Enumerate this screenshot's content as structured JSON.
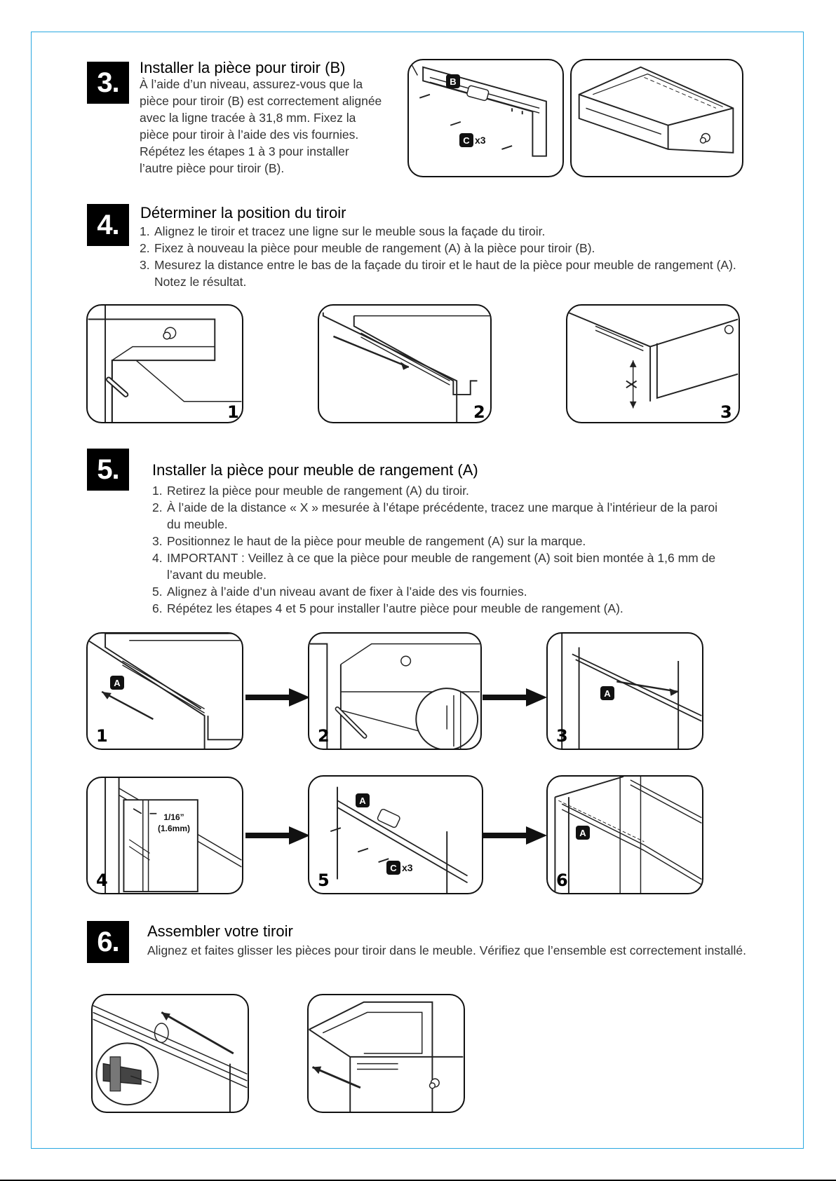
{
  "steps": {
    "step3": {
      "number": "3.",
      "title": "Installer la pièce pour tiroir (B)",
      "lines": [
        "À l’aide d’un niveau, assurez-vous que la",
        "pièce pour tiroir (B) est correctement alignée",
        "avec la ligne tracée à 31,8 mm. Fixez la",
        "pièce pour tiroir à l’aide des vis fournies.",
        "Répétez les étapes 1 à 3 pour installer",
        "l’autre pièce pour tiroir (B)."
      ],
      "tag_b": "B",
      "tag_c": "C",
      "qty": "x3"
    },
    "step4": {
      "number": "4.",
      "title": "Déterminer la position du tiroir",
      "items": [
        {
          "num": "1.",
          "text": "Alignez le tiroir et tracez une ligne sur le meuble sous la façade du tiroir."
        },
        {
          "num": "2.",
          "text": "Fixez à nouveau la pièce pour meuble de rangement (A) à la pièce pour tiroir (B)."
        },
        {
          "num": "3.",
          "text": "Mesurez la distance entre le bas de la façade du tiroir et le haut de la pièce pour meuble de rangement (A).",
          "cont": "Notez le résultat."
        }
      ],
      "panels": [
        "1",
        "2",
        "3"
      ]
    },
    "step5": {
      "number": "5.",
      "title": "Installer la pièce pour meuble de rangement (A)",
      "items": [
        {
          "num": "1.",
          "text": "Retirez la pièce pour meuble de rangement (A) du tiroir."
        },
        {
          "num": "2.",
          "text": "À l’aide de la distance « X » mesurée à l’étape précédente, tracez une marque à l’intérieur de la paroi",
          "cont": "du meuble."
        },
        {
          "num": "3.",
          "text": "Positionnez le haut de la pièce pour meuble de rangement (A) sur la marque."
        },
        {
          "num": "4.",
          "text": "IMPORTANT : Veillez à ce que la pièce pour meuble de rangement (A) soit bien montée à 1,6 mm de",
          "cont": "l’avant du meuble."
        },
        {
          "num": "5.",
          "text": "Alignez à l’aide d’un niveau avant de fixer à l’aide des vis fournies."
        },
        {
          "num": "6.",
          "text": "Répétez les étapes 4 et 5 pour installer l’autre pièce pour meuble de rangement (A)."
        }
      ],
      "panels": [
        "1",
        "2",
        "3",
        "4",
        "5",
        "6"
      ],
      "tag_a": "A",
      "tag_c": "C",
      "qty": "x3",
      "inset_fraction": "1/16”",
      "inset_mm": "(1.6mm)"
    },
    "step6": {
      "number": "6.",
      "title": "Assembler votre tiroir",
      "text": "Alignez et faites glisser les pièces pour tiroir dans le meuble. Vérifiez que l’ensemble est correctement installé."
    }
  },
  "colors": {
    "frame": "#29a8e0",
    "badge": "#000000",
    "text": "#333333"
  }
}
